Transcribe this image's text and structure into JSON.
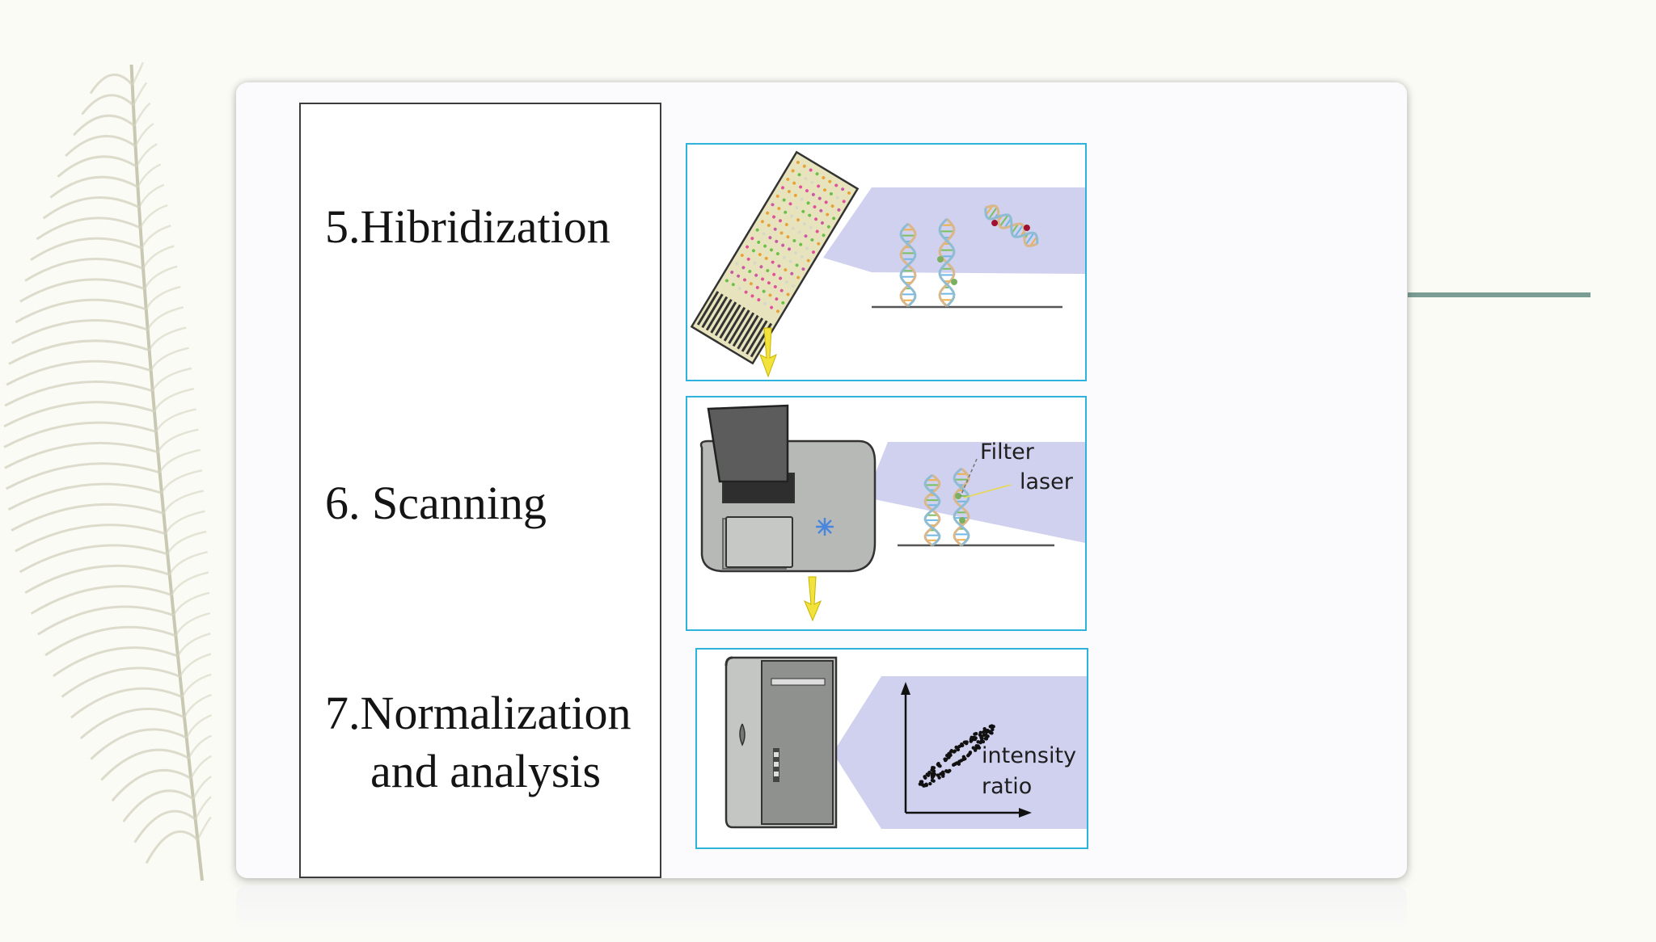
{
  "steps": [
    {
      "lines": [
        "5.Hibridization"
      ]
    },
    {
      "lines": [
        "6. Scanning"
      ]
    },
    {
      "lines": [
        "7.Normalization",
        "and analysis"
      ]
    }
  ],
  "figure": {
    "scanning": {
      "filter_label": "Filter",
      "laser_label": "laser"
    },
    "analysis": {
      "intensity_label": "intensity",
      "ratio_label": "ratio"
    }
  },
  "colors": {
    "background": "#fbfbf6",
    "panel_border": "#2eb3dd",
    "accent_line": "#7b9e94",
    "arrow_yellow": "#f2e23c",
    "zoom_lavender": "#c8c8ec"
  },
  "icons": [
    "fern-decoration-icon",
    "microarray-slide-icon",
    "scanner-icon",
    "computer-tower-icon",
    "scatter-plot-icon",
    "dna-helix-icon",
    "down-arrow-icon"
  ]
}
